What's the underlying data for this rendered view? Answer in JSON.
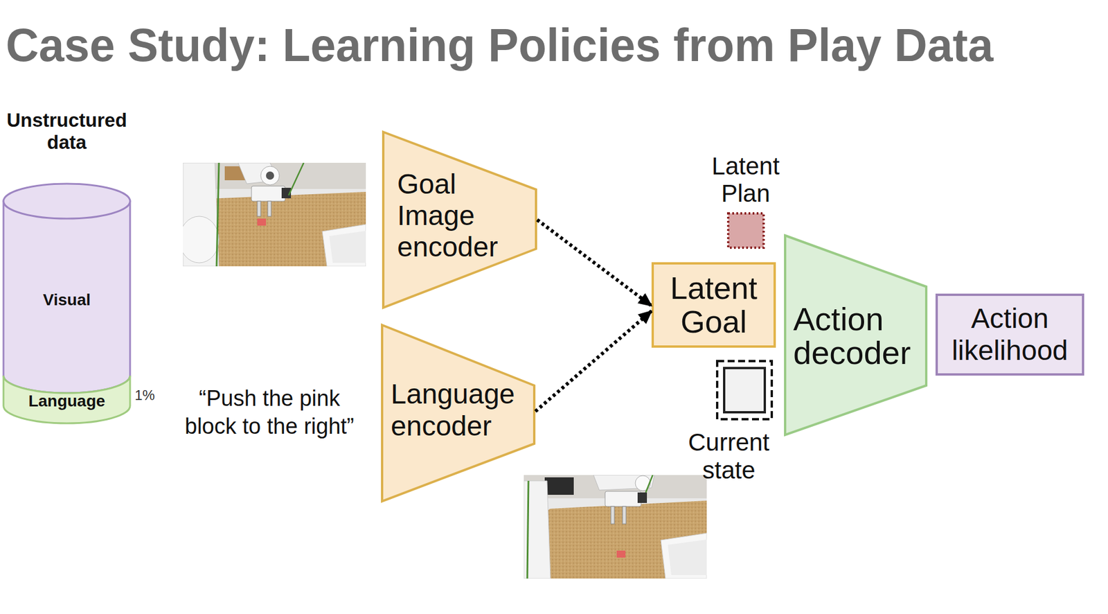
{
  "diagram": {
    "title": "Case Study: Learning Policies from Play Data",
    "nodes": [
      {
        "text": [
          "Unstructured data",
          "Visual"
        ]
      },
      {
        "text": [
          "Language"
        ],
        "in": 0
      },
      {
        "text": [
          "Goal Image encoder"
        ]
      },
      {
        "text": [
          "Language encoder"
        ]
      },
      {
        "text": [
          "Latent Plan"
        ]
      },
      {
        "text": [
          "Latent Goal"
        ]
      },
      {
        "text": [
          "Current state"
        ]
      },
      {
        "text": [
          "Action decoder"
        ]
      },
      {
        "text": [
          "Action likelihood"
        ]
      }
    ],
    "edges": [
      {
        "from": 2,
        "to": 5,
        "arrow": "to"
      },
      {
        "from": 3,
        "to": 5,
        "arrow": "to"
      }
    ],
    "labels": [
      "1%",
      "“Push the pink block to the right”"
    ]
  }
}
